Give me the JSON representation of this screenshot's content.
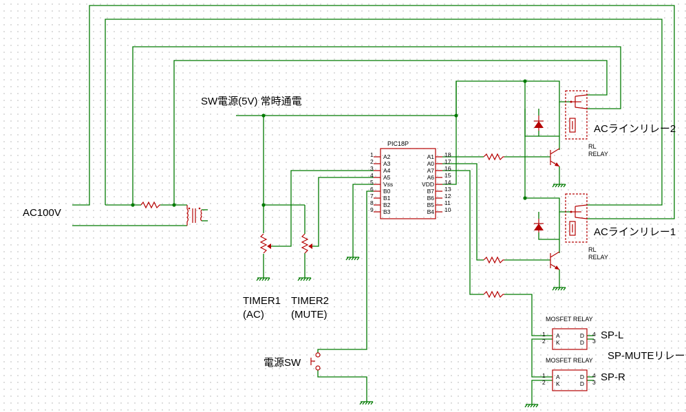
{
  "labels": {
    "ac100v": "AC100V",
    "sw_power": "SW電源(5V)  常時通電",
    "ac_line_relay_2": "ACラインリレー2",
    "ac_line_relay_1": "ACラインリレー1",
    "rl_1": "RL",
    "relay_1": "RELAY",
    "rl_2": "RL",
    "relay_2": "RELAY",
    "timer1_a": "TIMER1",
    "timer1_b": "(AC)",
    "timer2_a": "TIMER2",
    "timer2_b": "(MUTE)",
    "power_sw": "電源SW",
    "mosfet_relay_1": "MOSFET RELAY",
    "mosfet_relay_2": "MOSFET RELAY",
    "sp_l": "SP-L",
    "sp_r": "SP-R",
    "sp_mute": "SP-MUTEリレー"
  },
  "pic": {
    "name": "PIC18P",
    "left_pins": [
      {
        "num": "1",
        "name": "A2"
      },
      {
        "num": "2",
        "name": "A3"
      },
      {
        "num": "3",
        "name": "A4"
      },
      {
        "num": "4",
        "name": "A5"
      },
      {
        "num": "5",
        "name": "Vss"
      },
      {
        "num": "6",
        "name": "B0"
      },
      {
        "num": "7",
        "name": "B1"
      },
      {
        "num": "8",
        "name": "B2"
      },
      {
        "num": "9",
        "name": "B3"
      }
    ],
    "right_pins": [
      {
        "num": "18",
        "name": "A1"
      },
      {
        "num": "17",
        "name": "A0"
      },
      {
        "num": "16",
        "name": "A7"
      },
      {
        "num": "15",
        "name": "A6"
      },
      {
        "num": "14",
        "name": "VDD"
      },
      {
        "num": "13",
        "name": "B7"
      },
      {
        "num": "12",
        "name": "B6"
      },
      {
        "num": "11",
        "name": "B5"
      },
      {
        "num": "10",
        "name": "B4"
      }
    ]
  },
  "mosfet": {
    "left_pins": [
      {
        "num": "1",
        "name": "A"
      },
      {
        "num": "2",
        "name": "K"
      }
    ],
    "right_pins": [
      {
        "num": "4",
        "name": "D"
      },
      {
        "num": "3",
        "name": "D"
      }
    ]
  }
}
